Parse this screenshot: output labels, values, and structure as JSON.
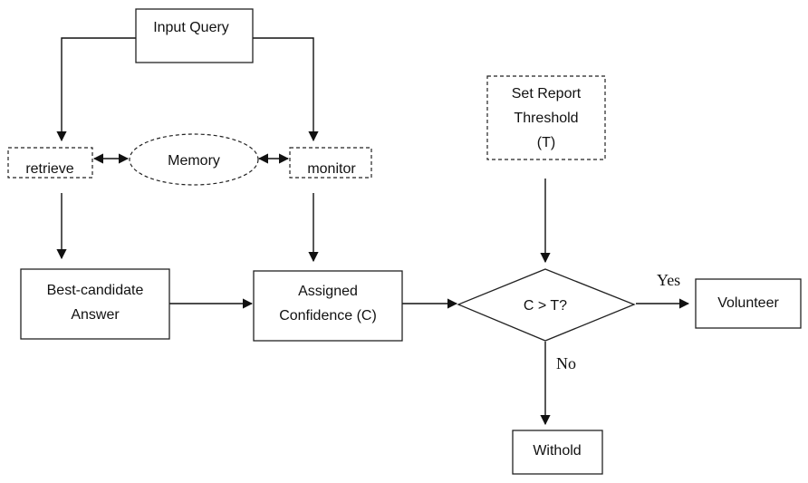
{
  "nodes": {
    "input_query": "Input Query",
    "retrieve": "retrieve",
    "memory": "Memory",
    "monitor": "monitor",
    "set_threshold": [
      "Set Report",
      "Threshold",
      "(T)"
    ],
    "best_candidate": [
      "Best-candidate",
      "Answer"
    ],
    "assigned_confidence": [
      "Assigned",
      "Confidence (C)"
    ],
    "decision": "C > T?",
    "volunteer": "Volunteer",
    "withold": "Withold"
  },
  "edge_labels": {
    "yes": "Yes",
    "no": "No"
  }
}
